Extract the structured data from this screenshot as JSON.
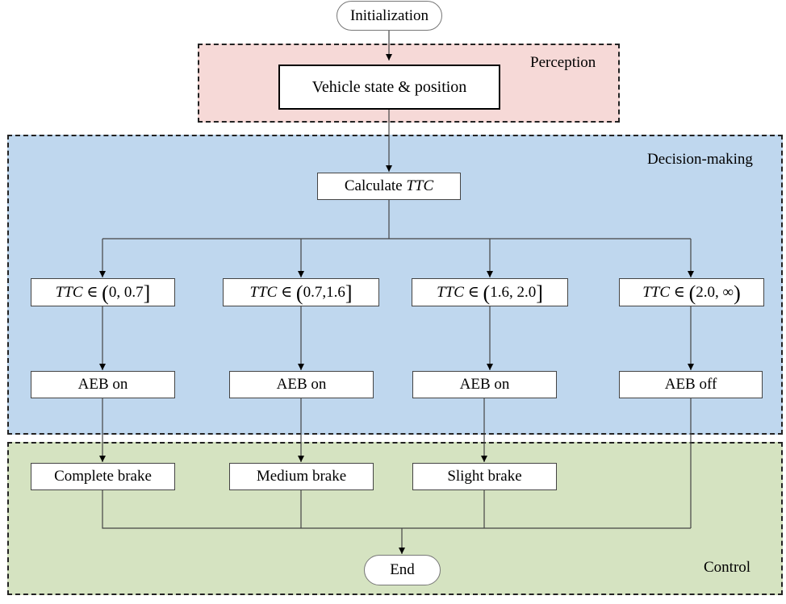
{
  "regions": {
    "perception": "Perception",
    "decision": "Decision-making",
    "control": "Control"
  },
  "nodes": {
    "init": "Initialization",
    "vehicle_state": "Vehicle state & position",
    "calc_prefix": "Calculate ",
    "calc_var": "TTC",
    "end": "End"
  },
  "conditions": [
    {
      "var": "TTC",
      "op": "∈",
      "open": "(",
      "range": "0, 0.7",
      "close": "]"
    },
    {
      "var": "TTC",
      "op": "∈",
      "open": "(",
      "range": "0.7,1.6",
      "close": "]"
    },
    {
      "var": "TTC",
      "op": "∈",
      "open": "(",
      "range": "1.6, 2.0",
      "close": "]"
    },
    {
      "var": "TTC",
      "op": "∈",
      "open": "(",
      "range": "2.0, ∞",
      "close": ")"
    }
  ],
  "aeb": [
    "AEB on",
    "AEB on",
    "AEB on",
    "AEB off"
  ],
  "brakes": [
    "Complete brake",
    "Medium brake",
    "Slight brake"
  ]
}
